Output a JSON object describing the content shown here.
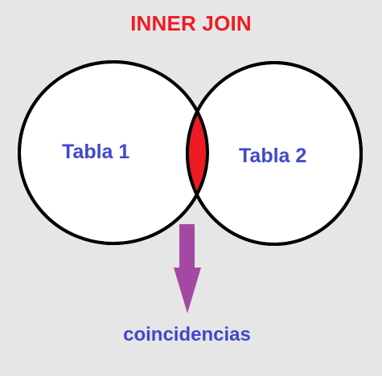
{
  "title": "INNER JOIN",
  "sets": {
    "left_label": "Tabla 1",
    "right_label": "Tabla 2"
  },
  "result_label": "coincidencias",
  "colors": {
    "background": "#e6e6e6",
    "title": "#ed1c24",
    "intersection": "#ed1c24",
    "set_label": "#3f48cc",
    "arrow": "#a349a4",
    "outline": "#000000",
    "circle_fill": "#ffffff"
  }
}
